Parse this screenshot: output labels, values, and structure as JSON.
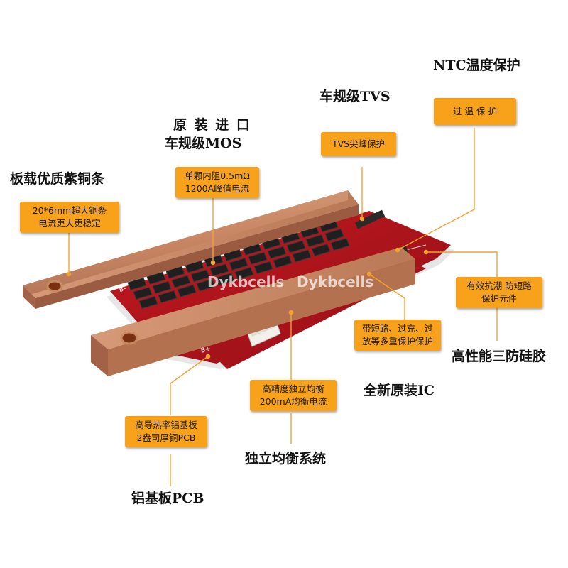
{
  "colors": {
    "callout": "#f7a21a",
    "line": "#f2a230",
    "copper": "#c98a62",
    "pcb": "#b8141b"
  },
  "labels": {
    "copper_bar": {
      "title": "板载优质紫铜条",
      "callout": [
        "20*6mm超大铜条",
        "电流更大更稳定"
      ]
    },
    "mos": {
      "title": [
        "原 装 进 口",
        "车规级MOS"
      ],
      "callout": [
        "单颗内阻0.5mΩ",
        "1200A峰值电流"
      ]
    },
    "tvs": {
      "title": "车规级TVS",
      "callout": [
        "TVS尖峰保护"
      ]
    },
    "ntc": {
      "title": "NTC温度保护",
      "callout": [
        "过 温 保 护"
      ]
    },
    "silicone": {
      "title": "高性能三防硅胶",
      "callout": [
        "有效抗潮 防短路",
        "保护元件"
      ]
    },
    "ic": {
      "title": "全新原装IC",
      "callout": [
        "带短路、过充、过",
        "放等多重保护保护"
      ]
    },
    "balance": {
      "title": "独立均衡系统",
      "callout": [
        "高精度独立均衡",
        "200mA均衡电流"
      ]
    },
    "pcb": {
      "title": "铝基板PCB",
      "callout": [
        "高导热率铝基板",
        "2盎司厚铜PCB"
      ]
    }
  },
  "watermark": [
    "Dykbcells",
    "Dykbcells"
  ],
  "board_marks": {
    "minus": "B-",
    "plus": "B+"
  }
}
